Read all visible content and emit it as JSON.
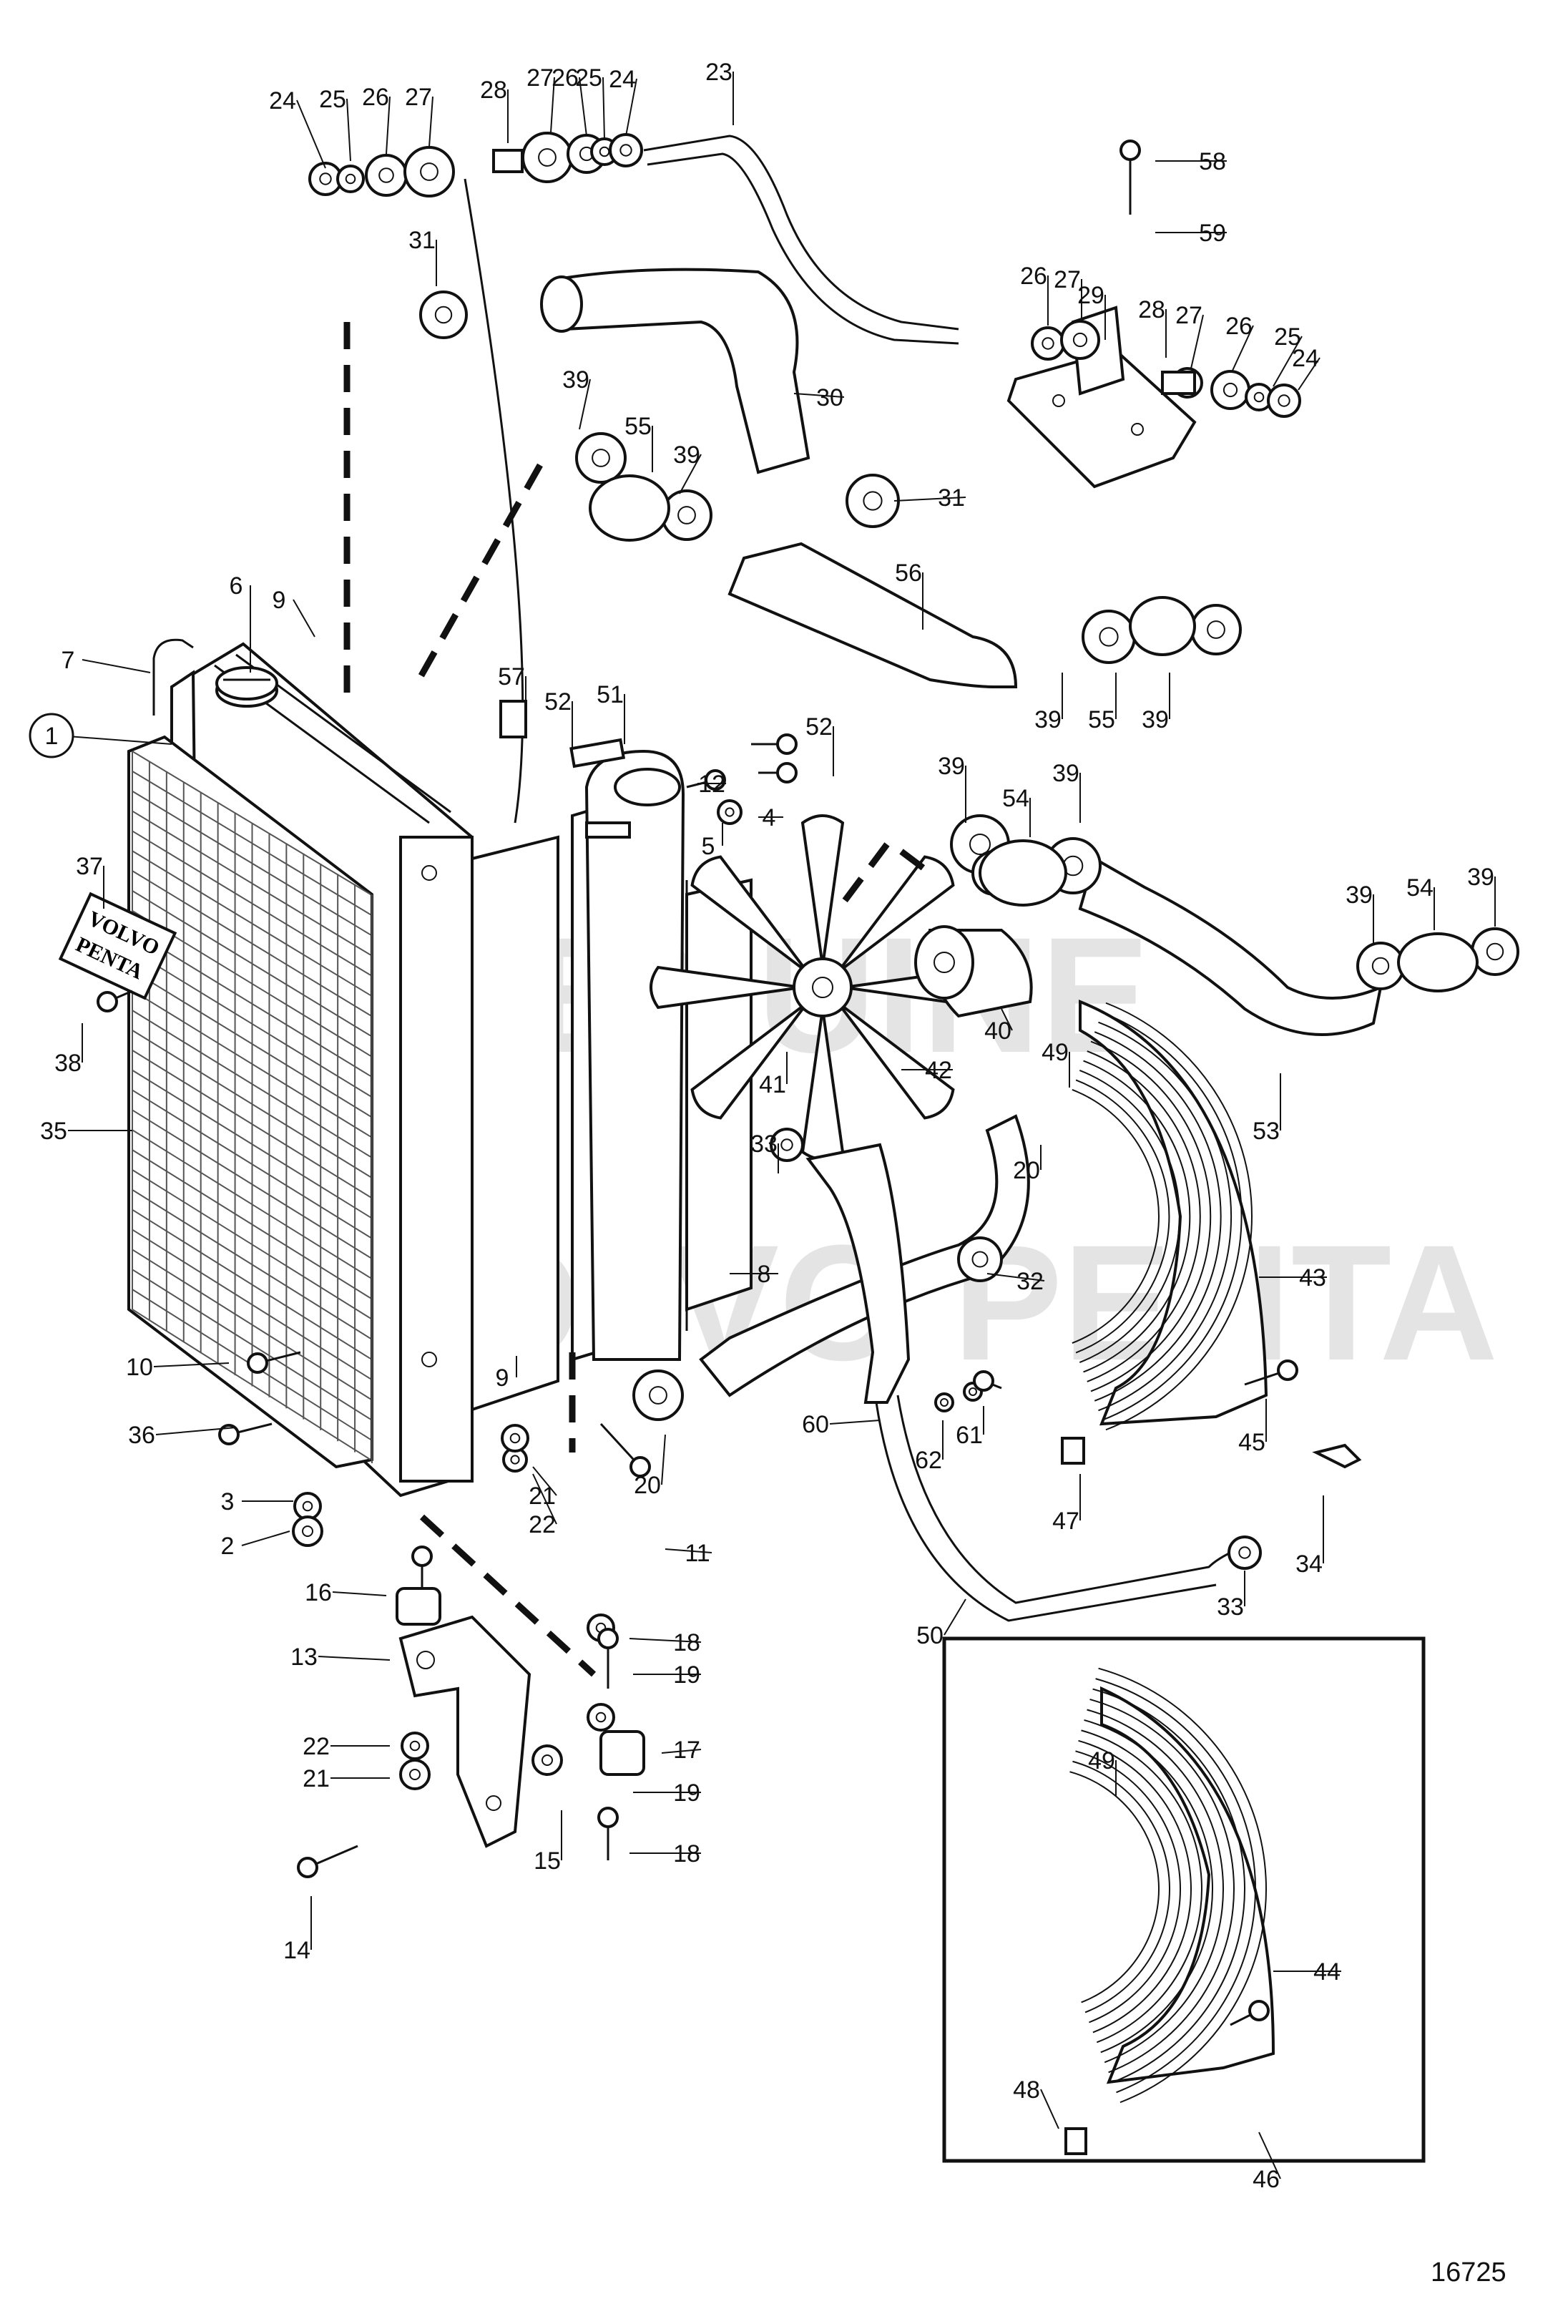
{
  "drawing_number": "16725",
  "badge_text": [
    "VOLVO",
    "PENTA"
  ],
  "watermark": [
    "GENUINE",
    "VOLVO PENTA"
  ],
  "callouts": [
    "1",
    "2",
    "3",
    "4",
    "5",
    "6",
    "7",
    "8",
    "9",
    "10",
    "11",
    "12",
    "13",
    "14",
    "15",
    "16",
    "17",
    "18",
    "19",
    "20",
    "21",
    "22",
    "23",
    "24",
    "25",
    "26",
    "27",
    "28",
    "29",
    "30",
    "31",
    "32",
    "33",
    "34",
    "35",
    "36",
    "37",
    "38",
    "39",
    "40",
    "41",
    "42",
    "43",
    "44",
    "45",
    "46",
    "47",
    "48",
    "49",
    "50",
    "51",
    "52",
    "53",
    "54",
    "55",
    "56",
    "57",
    "58",
    "59",
    "60",
    "61",
    "62"
  ],
  "inset_box": {
    "callouts": [
      "44",
      "46",
      "48",
      "49"
    ]
  }
}
